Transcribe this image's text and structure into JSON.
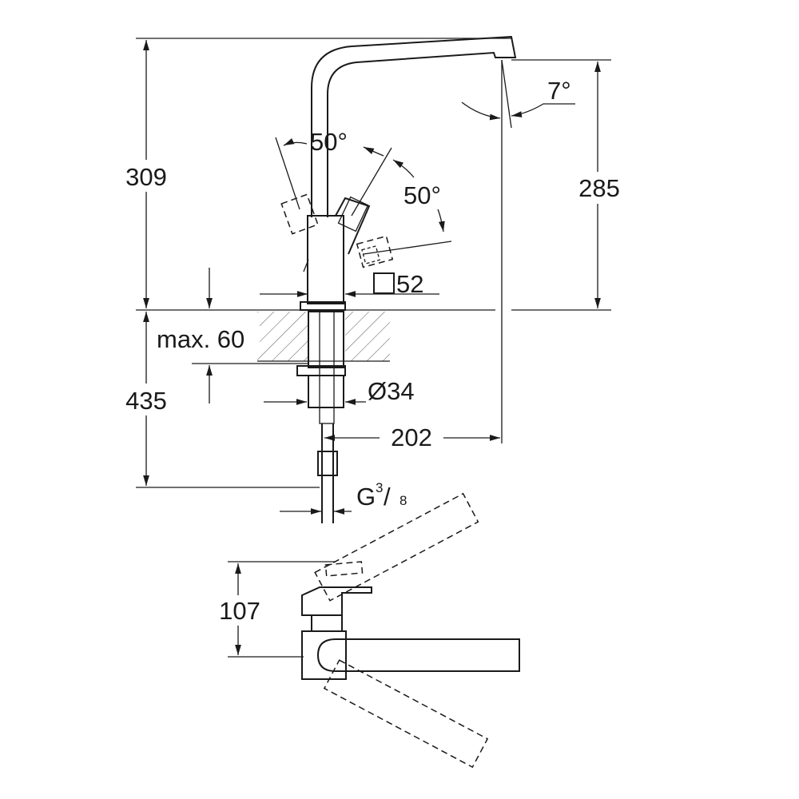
{
  "dimensions": {
    "total_height": "309",
    "spout_height": "285",
    "spout_angle": "7°",
    "lever_angle_left": "50°",
    "lever_angle_right": "50°",
    "body_square": "52",
    "max_counter": "max. 60",
    "below_counter": "435",
    "hole_diameter": "Ø34",
    "spout_reach": "202",
    "connection_prefix": "G",
    "connection_num": "3",
    "connection_den": "8",
    "top_view_depth": "107"
  }
}
